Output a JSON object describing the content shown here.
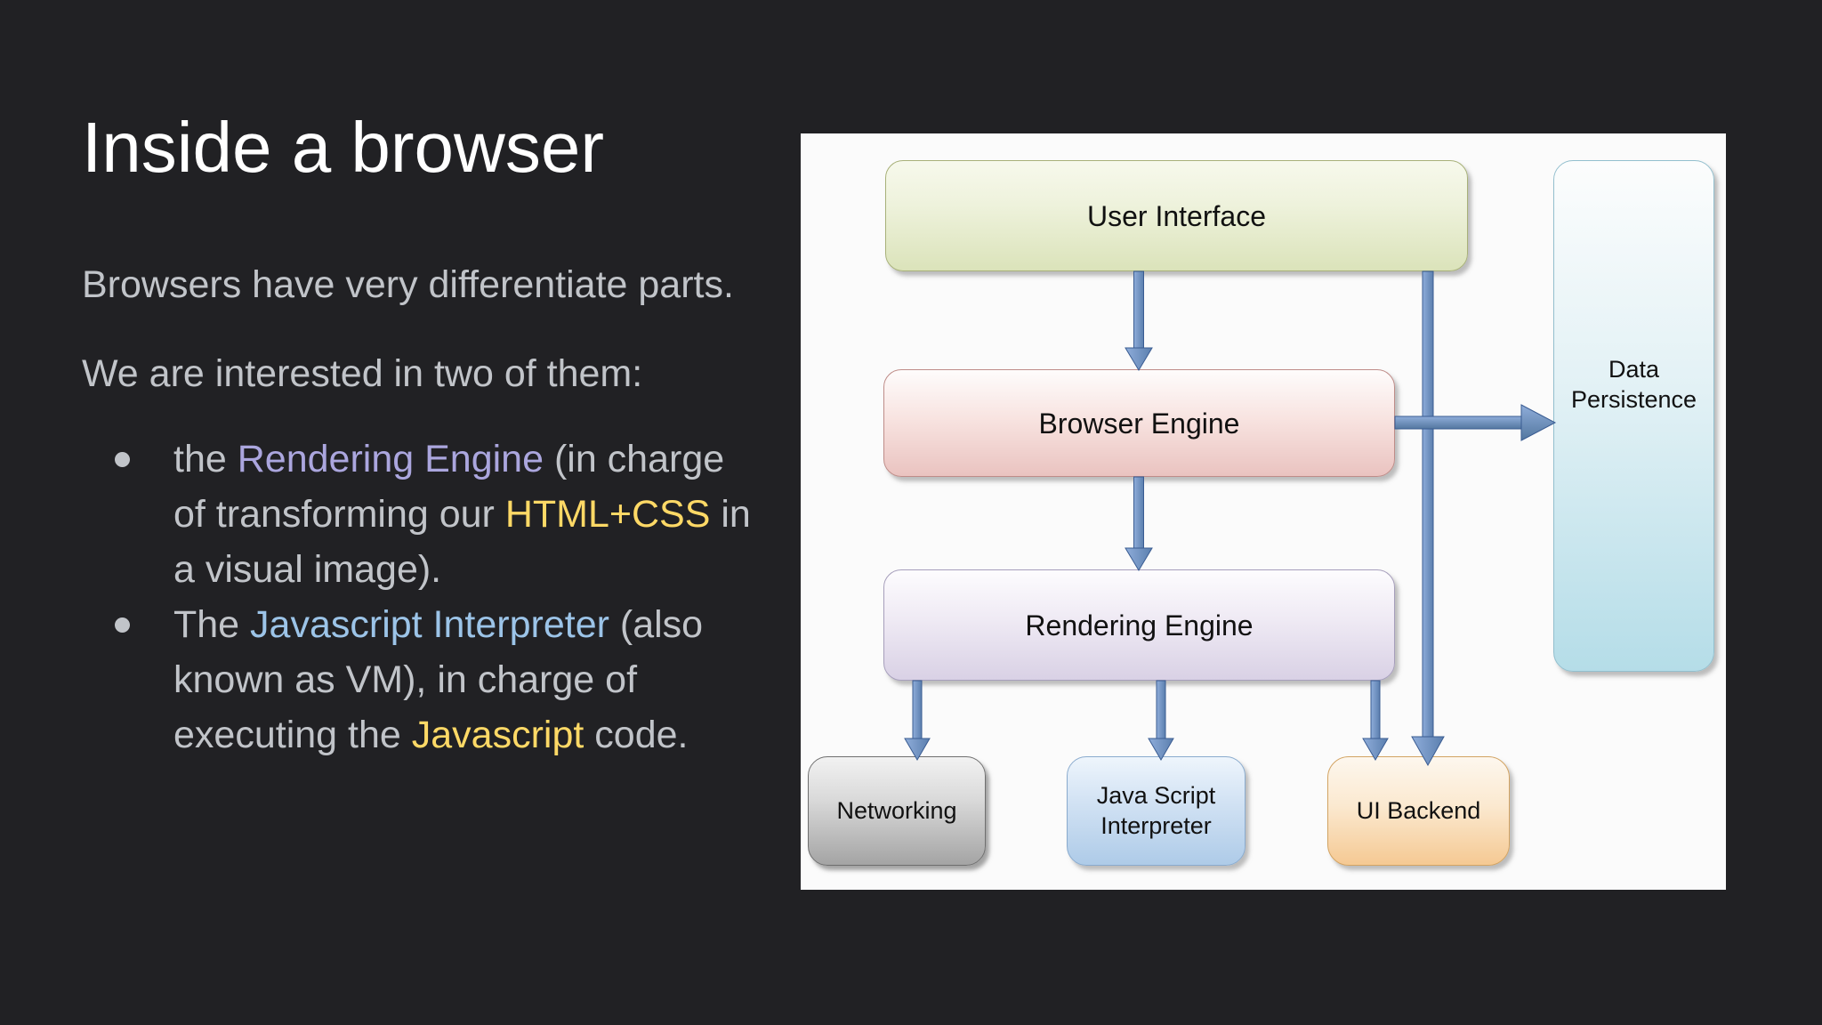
{
  "slide": {
    "title": "Inside a browser",
    "paragraphs": [
      "Browsers have very differentiate parts.",
      "We are interested in two of them:"
    ],
    "bullets": [
      {
        "lines": [
          [
            {
              "t": "the ",
              "c": "body"
            },
            {
              "t": "Rendering Engine",
              "c": "purple"
            },
            {
              "t": " (in charge",
              "c": "body"
            }
          ],
          [
            {
              "t": "of transforming our ",
              "c": "body"
            },
            {
              "t": "HTML+CSS",
              "c": "yellow"
            },
            {
              "t": " in",
              "c": "body"
            }
          ],
          [
            {
              "t": "a visual image).",
              "c": "body"
            }
          ]
        ]
      },
      {
        "lines": [
          [
            {
              "t": "The ",
              "c": "body"
            },
            {
              "t": "Javascript Interpreter",
              "c": "blue"
            },
            {
              "t": " (also",
              "c": "body"
            }
          ],
          [
            {
              "t": "known as VM), in charge of",
              "c": "body"
            }
          ],
          [
            {
              "t": "executing the ",
              "c": "body"
            },
            {
              "t": "Javascript",
              "c": "yellow"
            },
            {
              "t": " code.",
              "c": "body"
            }
          ]
        ]
      }
    ]
  },
  "diagram": {
    "nodes": [
      {
        "id": "user-interface",
        "label": "User Interface"
      },
      {
        "id": "browser-engine",
        "label": "Browser Engine"
      },
      {
        "id": "rendering-engine",
        "label": "Rendering Engine"
      },
      {
        "id": "networking",
        "label": "Networking"
      },
      {
        "id": "javascript-interpreter",
        "label": "Java Script\nInterpreter"
      },
      {
        "id": "ui-backend",
        "label": "UI Backend"
      },
      {
        "id": "data-persistence",
        "label": "Data\nPersistence"
      }
    ],
    "arrows": [
      {
        "from": "user-interface",
        "to": "browser-engine"
      },
      {
        "from": "user-interface",
        "to": "ui-backend"
      },
      {
        "from": "browser-engine",
        "to": "data-persistence"
      },
      {
        "from": "browser-engine",
        "to": "rendering-engine"
      },
      {
        "from": "rendering-engine",
        "to": "networking"
      },
      {
        "from": "rendering-engine",
        "to": "javascript-interpreter"
      },
      {
        "from": "rendering-engine",
        "to": "ui-backend"
      }
    ]
  },
  "colors": {
    "background": "#212124",
    "title_text": "#ffffff",
    "body_text": "#c1c4c9",
    "highlight_purple": "#aba6de",
    "highlight_blue": "#9cc4e8",
    "highlight_yellow": "#ffd966",
    "panel_background": "#fbfbfb",
    "arrow_blue": "#6489bd",
    "node_user_interface": "#dbe3ba",
    "node_browser_engine": "#eac3c0",
    "node_rendering_engine": "#d9d1e5",
    "node_networking": "#a4a4a4",
    "node_js_interpreter": "#aecbe8",
    "node_ui_backend": "#f5c993",
    "node_data_persistence": "#b5dde8"
  }
}
